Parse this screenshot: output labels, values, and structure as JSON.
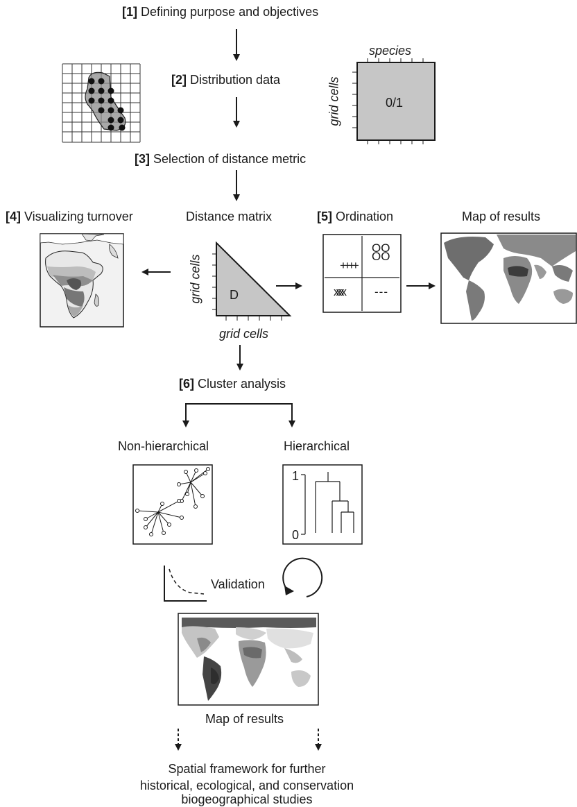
{
  "steps": {
    "s1": {
      "num": "[1]",
      "text": " Defining purpose and objectives"
    },
    "s2": {
      "num": "[2]",
      "text": " Distribution data"
    },
    "s3": {
      "num": "[3]",
      "text": " Selection of distance metric"
    },
    "s4": {
      "num": "[4]",
      "text": " Visualizing turnover"
    },
    "s5": {
      "num": "[5]",
      "text": " Ordination"
    },
    "s6": {
      "num": "[6]",
      "text": " Cluster analysis"
    }
  },
  "labels": {
    "distance_matrix": "Distance matrix",
    "map_of_results_top": "Map of results",
    "non_hierarchical": "Non-hierarchical",
    "hierarchical": "Hierarchical",
    "validation": "Validation",
    "map_of_results_bottom": "Map of results"
  },
  "matrix": {
    "species_axis": "species",
    "grid_cells_axis": "grid cells",
    "cell_value": "0/1",
    "distance_symbol": "D"
  },
  "dendrogram": {
    "y_top": "1",
    "y_bottom": "0"
  },
  "ordination_symbols": [
    "+",
    "O",
    "x",
    "-"
  ],
  "final": {
    "line1": "Spatial framework for further",
    "line2": "historical, ecological, and conservation",
    "line3": "biogeographical studies"
  },
  "colors": {
    "matrix_fill": "#c6c6c6",
    "map_dark": "#555555",
    "map_light": "#bdbdbd"
  }
}
